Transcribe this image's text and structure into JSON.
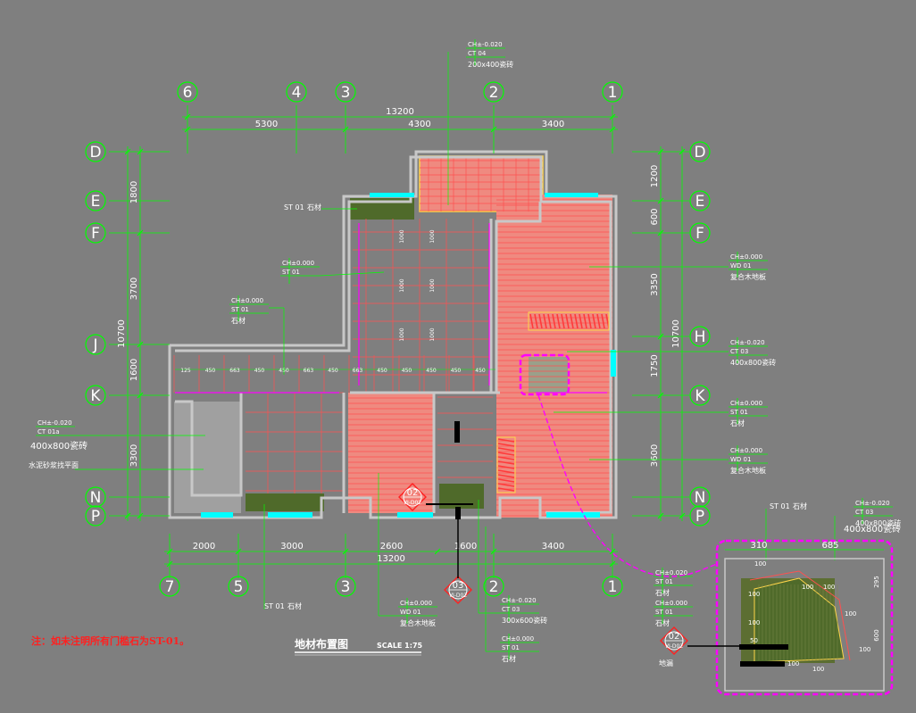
{
  "drawing": {
    "title": "地材布置图",
    "scale": "SCALE 1:75",
    "note": "注：如未注明所有门槛石为ST-01。"
  },
  "top_axes": [
    "6",
    "4",
    "3",
    "2",
    "1"
  ],
  "bottom_axes": [
    "7",
    "5",
    "3",
    "2",
    "1"
  ],
  "left_axes": [
    "D",
    "E",
    "F",
    "J",
    "K",
    "N",
    "P"
  ],
  "right_axes": [
    "D",
    "E",
    "F",
    "H",
    "K",
    "N",
    "P"
  ],
  "dims": {
    "top_total": "13200",
    "top_segments": [
      "5300",
      "4300",
      "3400"
    ],
    "bottom_total": "13200",
    "bottom_segments": [
      "2000",
      "3000",
      "2600",
      "1600",
      "3400"
    ],
    "left_total": "10700",
    "left_segments": [
      "1800",
      "3700",
      "1600",
      "3300"
    ],
    "right_total": "10700",
    "right_segments": [
      "1200",
      "600",
      "3350",
      "1750",
      "3600"
    ],
    "strip_row": [
      "125",
      "450",
      "663",
      "450",
      "450",
      "663",
      "450",
      "663",
      "450",
      "450",
      "450",
      "450",
      "450"
    ],
    "vert_1000": [
      "1000",
      "1000",
      "1000",
      "1000",
      "1000",
      "1000"
    ]
  },
  "tags": {
    "top_tile": {
      "ch": "CH±-0.020",
      "code": "CT 04",
      "desc": "200x400瓷砖"
    },
    "st01_top": {
      "code": "ST 01",
      "desc": "石材"
    },
    "hall": {
      "ch": "CH±0.000",
      "code": "ST 01",
      "desc": ""
    },
    "hall2": {
      "ch": "CH±0.000",
      "code": "ST 01",
      "desc": "石材"
    },
    "wood_right1": {
      "ch": "CH±0.000",
      "code": "WD 01",
      "desc": "复合木地板"
    },
    "ct03_right": {
      "ch": "CH±-0.020",
      "code": "CT 03",
      "desc": "400x800瓷砖"
    },
    "st01_right": {
      "ch": "CH±0.000",
      "code": "ST 01",
      "desc": "石材"
    },
    "wood_right2": {
      "ch": "CH±0.000",
      "code": "WD 01",
      "desc": "复合木地板"
    },
    "ct01_left": {
      "ch": "CH±-0.020",
      "code": "CT 01a",
      "desc": "400x800瓷砖"
    },
    "cement": {
      "desc": "水泥砂浆找平面"
    },
    "st01_bottom": {
      "code": "ST 01",
      "desc": "石材"
    },
    "wood_bottom": {
      "ch": "CH±0.000",
      "code": "WD 01",
      "desc": "复合木地板"
    },
    "ct03_bottom": {
      "ch": "CH±-0.020",
      "code": "CT 03",
      "desc": "300x600瓷砖"
    },
    "st01_bottom2": {
      "ch": "CH±0.000",
      "code": "ST 01",
      "desc": "石材"
    },
    "detail_st01": {
      "code": "ST 01",
      "desc": "石材"
    },
    "detail_ct03": {
      "ch": "CH±-0.020",
      "code": "CT 03",
      "desc": "400x800瓷砖"
    },
    "detail_tag1": {
      "ch": "CH±0.020",
      "code": "ST 01",
      "desc": "石材"
    },
    "detail_tag2": {
      "ch": "CH±0.000",
      "code": "ST 01",
      "desc": "石材"
    },
    "detail_floor": {
      "desc": "地漏"
    }
  },
  "sections": [
    {
      "num": "02",
      "ref": "VI-D02"
    },
    {
      "num": "03",
      "ref": "VI-D02"
    },
    {
      "num": "02",
      "ref": "VI-D02"
    }
  ],
  "detail_dims": [
    "310",
    "685",
    "295",
    "600",
    "100",
    "100",
    "100",
    "100",
    "100",
    "100",
    "100",
    "100",
    "100",
    "50"
  ],
  "colors": {
    "background": "#7f7f7f",
    "grid": "#00ff00",
    "wall": "#c8c8c8",
    "tile_fill": "#ef8a80",
    "tile_line": "#ff5050",
    "wall_accent": "#ff00ff",
    "glass": "#00ffff",
    "note": "#ff2020"
  }
}
